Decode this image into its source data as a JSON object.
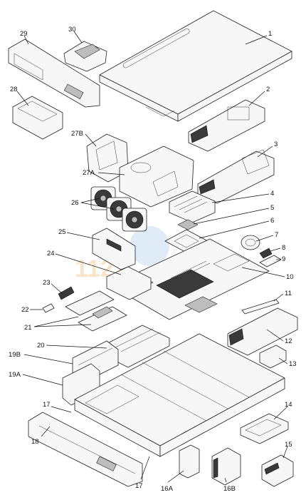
{
  "labels": {
    "l1": "1",
    "l2": "2",
    "l3": "3",
    "l4": "4",
    "l5": "5",
    "l6": "6",
    "l7": "7",
    "l8": "8",
    "l9": "9",
    "l10": "10",
    "l11": "11",
    "l12": "12",
    "l13": "13",
    "l14": "14",
    "l15": "15",
    "l16a": "16A",
    "l16b": "16B",
    "l17a": "17",
    "l17b": "17",
    "l18": "18",
    "l19a": "19A",
    "l19b": "19B",
    "l20": "20",
    "l21": "21",
    "l22": "22",
    "l23": "23",
    "l24": "24",
    "l25": "25",
    "l26": "26",
    "l27a": "27A",
    "l27b": "27B",
    "l28": "28",
    "l29": "29",
    "l30": "30"
  },
  "watermark": {
    "text": "1122"
  },
  "colors": {
    "ink": "#111111",
    "fill": "#f7f7f7",
    "watermark": "#f2b56a"
  }
}
